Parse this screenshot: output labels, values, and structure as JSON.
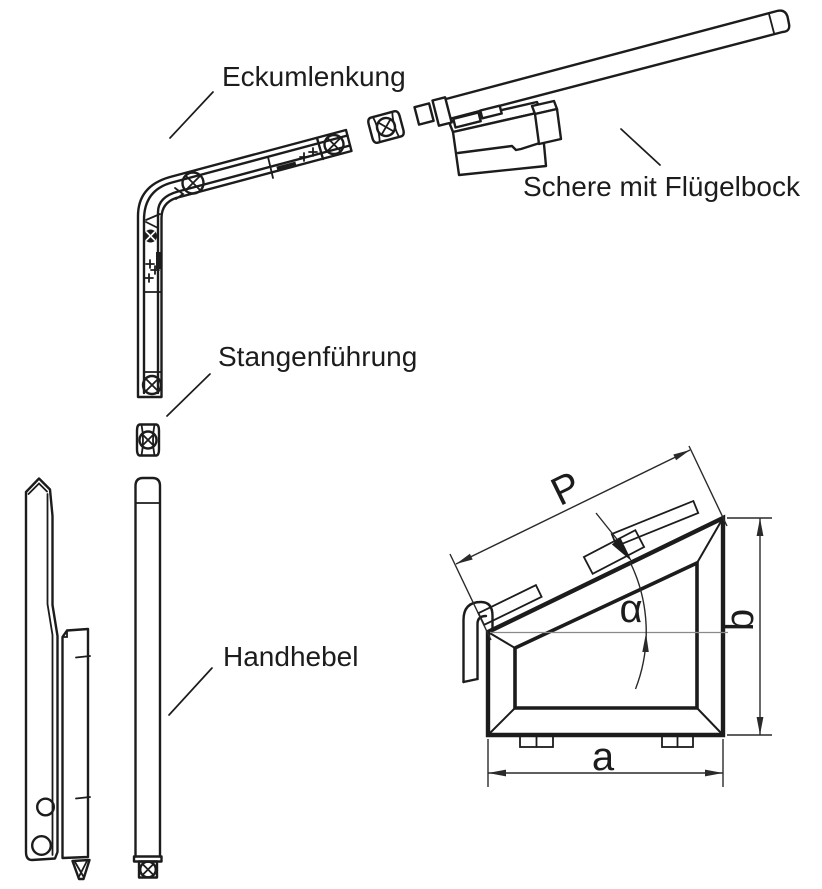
{
  "diagram": {
    "kind": "exploded technical line drawing",
    "language": "de"
  },
  "colors": {
    "background": "#ffffff",
    "line": "#1c1c1c",
    "dimension_line": "#2a2a2a",
    "reference_line": "#8a8a8a"
  },
  "part_labels": {
    "eckumlenkung": "Eckumlenkung",
    "schere_mit_fluegelbock": "Schere mit Flügelbock",
    "stangenfuehrung": "Stangenführung",
    "handhebel": "Handhebel"
  },
  "dimension_labels": {
    "slant_length": "P",
    "angle": "α",
    "width": "a",
    "height": "b"
  }
}
